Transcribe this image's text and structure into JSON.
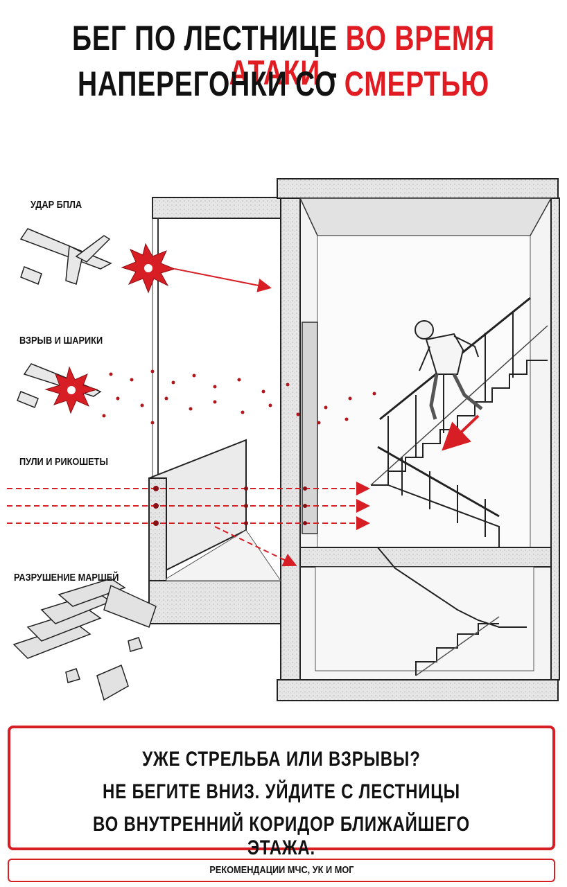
{
  "title": {
    "line1_black": "БЕГ ПО ЛЕСТНИЦЕ ",
    "line1_red": "ВО ВРЕМЯ АТАКИ",
    "line1_tail": " -",
    "line2_black": "НАПЕРЕГОНКИ СО ",
    "line2_red": "СМЕРТЬЮ"
  },
  "labels": {
    "drone_strike": "УДАР БПЛА",
    "explosion": "ВЗРЫВ И ШАРИКИ",
    "bullets": "ПУЛИ И РИКОШЕТЫ",
    "destruction": "РАЗРУШЕНИЕ МАРШЕЙ"
  },
  "advice": {
    "line1": "УЖЕ СТРЕЛЬБА ИЛИ ВЗРЫВЫ?",
    "line2": "НЕ БЕГИТЕ ВНИЗ. УЙДИТЕ С ЛЕСТНИЦЫ",
    "line3": "ВО ВНУТРЕННИЙ КОРИДОР БЛИЖАЙШЕГО ЭТАЖА."
  },
  "footer": "РЕКОМЕНДАЦИИ МЧС, УК И МОГ",
  "colors": {
    "accent": "#e01b22",
    "ink": "#111111",
    "concrete": "#d9d9d9"
  },
  "icons": [
    "drone-icon",
    "explosion-icon",
    "running-person-icon",
    "broken-stairs-icon"
  ]
}
